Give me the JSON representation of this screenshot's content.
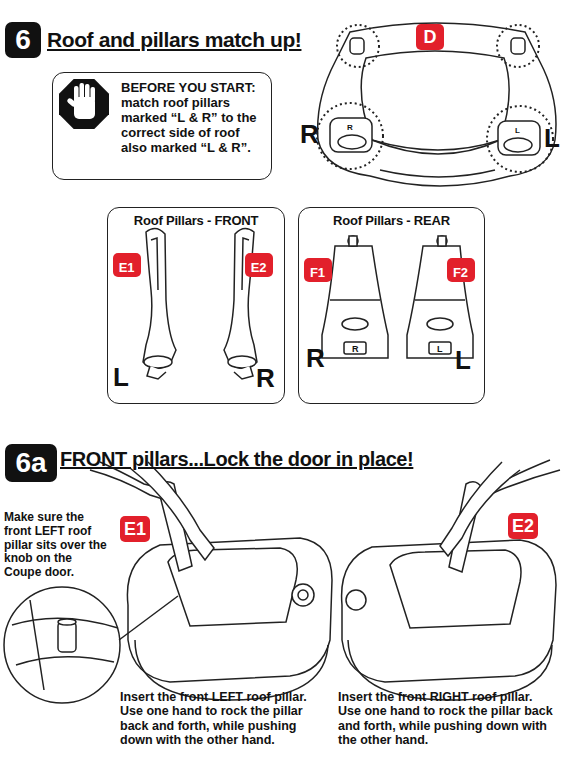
{
  "diagram": {
    "title": "Roof and pillars match up!",
    "nodes": [
      {
        "text": [
          "6"
        ]
      },
      {
        "text": [
          "D"
        ]
      },
      {
        "text": [
          "BEFORE YOU START: match roof pillars marked “L & R” to the correct side of roof also marked “L & R”."
        ]
      },
      {
        "text": [
          "Roof Pillars - FRONT"
        ]
      },
      {
        "text": [
          "E1"
        ],
        "in": 3
      },
      {
        "text": [
          "E2"
        ],
        "in": 3
      },
      {
        "text": [
          "Roof Pillars - REAR"
        ]
      },
      {
        "text": [
          "F1"
        ],
        "in": 6
      },
      {
        "text": [
          "F2"
        ],
        "in": 6
      },
      {
        "text": [
          "6a"
        ]
      },
      {
        "text": [
          "E1"
        ]
      },
      {
        "text": [
          "E2"
        ]
      }
    ],
    "labels": [
      "R",
      "L",
      "R",
      "L",
      "L",
      "R",
      "R",
      "L",
      "R",
      "L",
      "FRONT pillars...Lock the door in place!",
      "Make sure the front LEFT roof pillar sits over the knob on the Coupe door.",
      "Insert the front LEFT roof pillar. Use one hand to rock the pillar back and forth, while pushing down with the other hand.",
      "Insert the front RIGHT roof pillar. Use one hand to rock the pillar back and forth, while pushing down with the other hand."
    ]
  }
}
